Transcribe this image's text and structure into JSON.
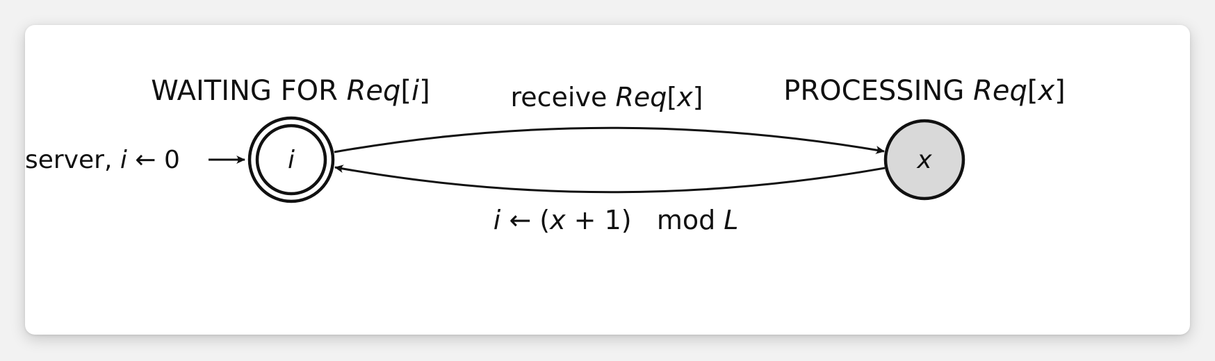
{
  "diagram": {
    "states": [
      {
        "id": "waiting",
        "title_prefix": "WAITING FOR ",
        "title_name": "Req",
        "title_bracket_open": "[",
        "title_var": "i",
        "title_bracket_close": "]",
        "inner_label": "i",
        "accepting": true,
        "fill": "#ffffff"
      },
      {
        "id": "processing",
        "title_prefix": "PROCESSING ",
        "title_name": "Req",
        "title_bracket_open": "[",
        "title_var": "x",
        "title_bracket_close": "]",
        "inner_label": "x",
        "accepting": false,
        "fill": "#d9d9d9"
      }
    ],
    "initial": {
      "prefix": "server, ",
      "var": "i",
      "arrow": " ← ",
      "value": "0",
      "target": "waiting"
    },
    "transitions": [
      {
        "from": "waiting",
        "to": "processing",
        "label_prefix": "receive ",
        "label_name": "Req",
        "label_bracket_open": "[",
        "label_var": "x",
        "label_bracket_close": "]"
      },
      {
        "from": "processing",
        "to": "waiting",
        "label_var": "i",
        "label_arrow": " ← (",
        "label_var2": "x",
        "label_mid": " + 1)   mod ",
        "label_var3": "L"
      }
    ],
    "colors": {
      "stroke": "#111111",
      "processing_fill": "#d9d9d9",
      "card": "#ffffff"
    }
  }
}
